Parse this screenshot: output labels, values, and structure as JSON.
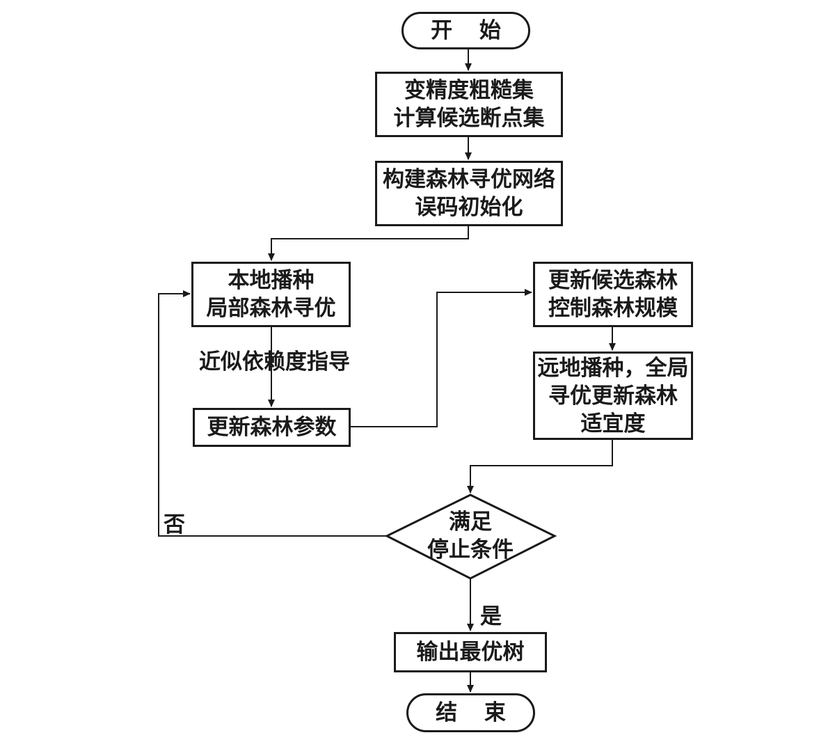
{
  "nodes": {
    "start": "开 始",
    "compute_breakpoints": [
      "变精度粗糙集",
      "计算候选断点集"
    ],
    "init_network": [
      "构建森林寻优网络",
      "误码初始化"
    ],
    "local_seeding": [
      "本地播种",
      "局部森林寻优"
    ],
    "update_params": "更新森林参数",
    "update_candidates": [
      "更新候选森林",
      "控制森林规模"
    ],
    "global_seeding": [
      "远地播种，全局",
      "寻优更新森林",
      "适宜度"
    ],
    "decision": [
      "满足",
      "停止条件"
    ],
    "output": "输出最优树",
    "end": "结 束"
  },
  "edge_labels": {
    "guidance": "近似依赖度指导",
    "no": "否",
    "yes": "是"
  },
  "colors": {
    "stroke": "#1a1a1a",
    "background": "#ffffff"
  }
}
